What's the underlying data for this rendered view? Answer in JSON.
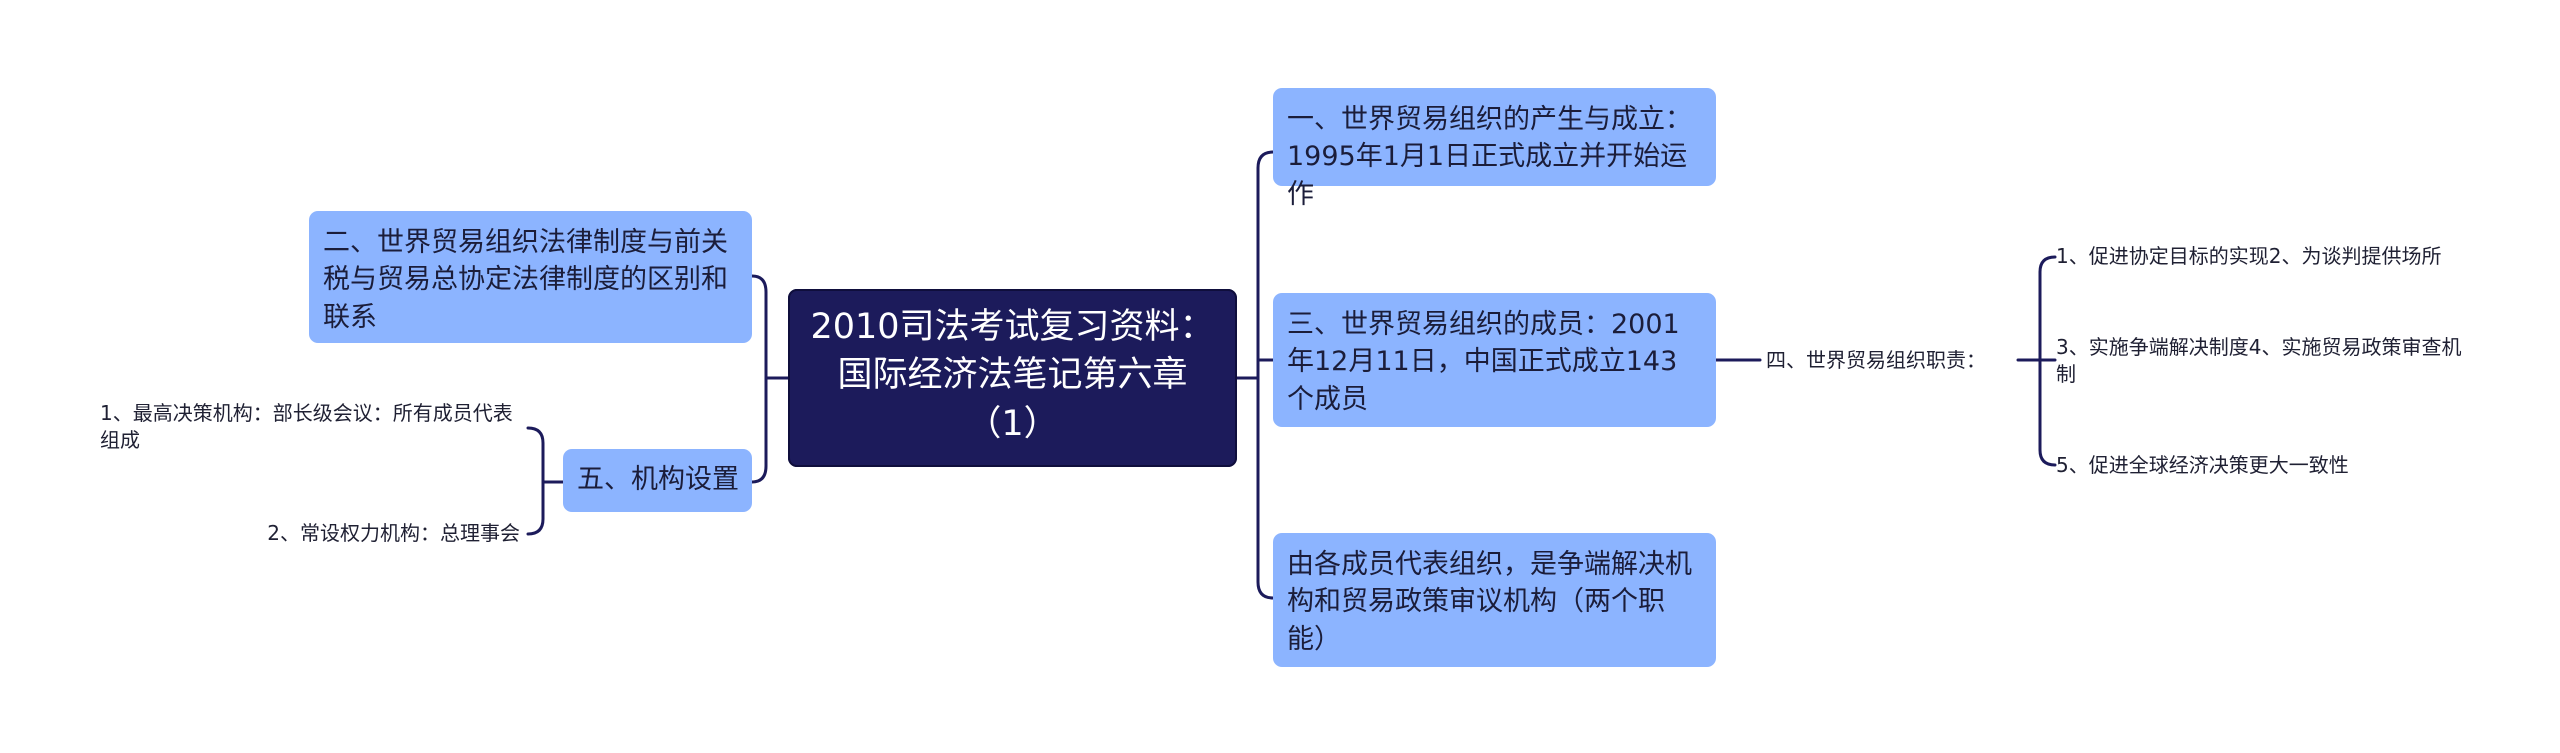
{
  "root": {
    "title": "2010司法考试复习资料：国际经济法笔记第六章（1）"
  },
  "right_nodes": [
    {
      "text": "一、世界贸易组织的产生与成立：1995年1月1日正式成立并开始运作"
    },
    {
      "text": "三、世界贸易组织的成员：2001年12月11日，中国正式成立143个成员"
    },
    {
      "text": "由各成员代表组织，是争端解决机构和贸易政策审议机构（两个职能）"
    }
  ],
  "duties": {
    "label": "四、世界贸易组织职责：",
    "items": [
      {
        "text": "1、促进协定目标的实现2、为谈判提供场所"
      },
      {
        "text": "3、实施争端解决制度4、实施贸易政策审查机制"
      },
      {
        "text": "5、促进全球经济决策更大一致性"
      }
    ]
  },
  "left_nodes": [
    {
      "text": "二、世界贸易组织法律制度与前关税与贸易总协定法律制度的区别和联系"
    },
    {
      "text": "五、机构设置"
    }
  ],
  "structure": {
    "items": [
      {
        "text": "1、最高决策机构：部长级会议：所有成员代表组成"
      },
      {
        "text": "2、常设权力机构：总理事会"
      }
    ]
  },
  "colors": {
    "root_fill": "#1c1b5b",
    "node_fill": "#8cb4ff",
    "connector": "#1c1b5b"
  }
}
